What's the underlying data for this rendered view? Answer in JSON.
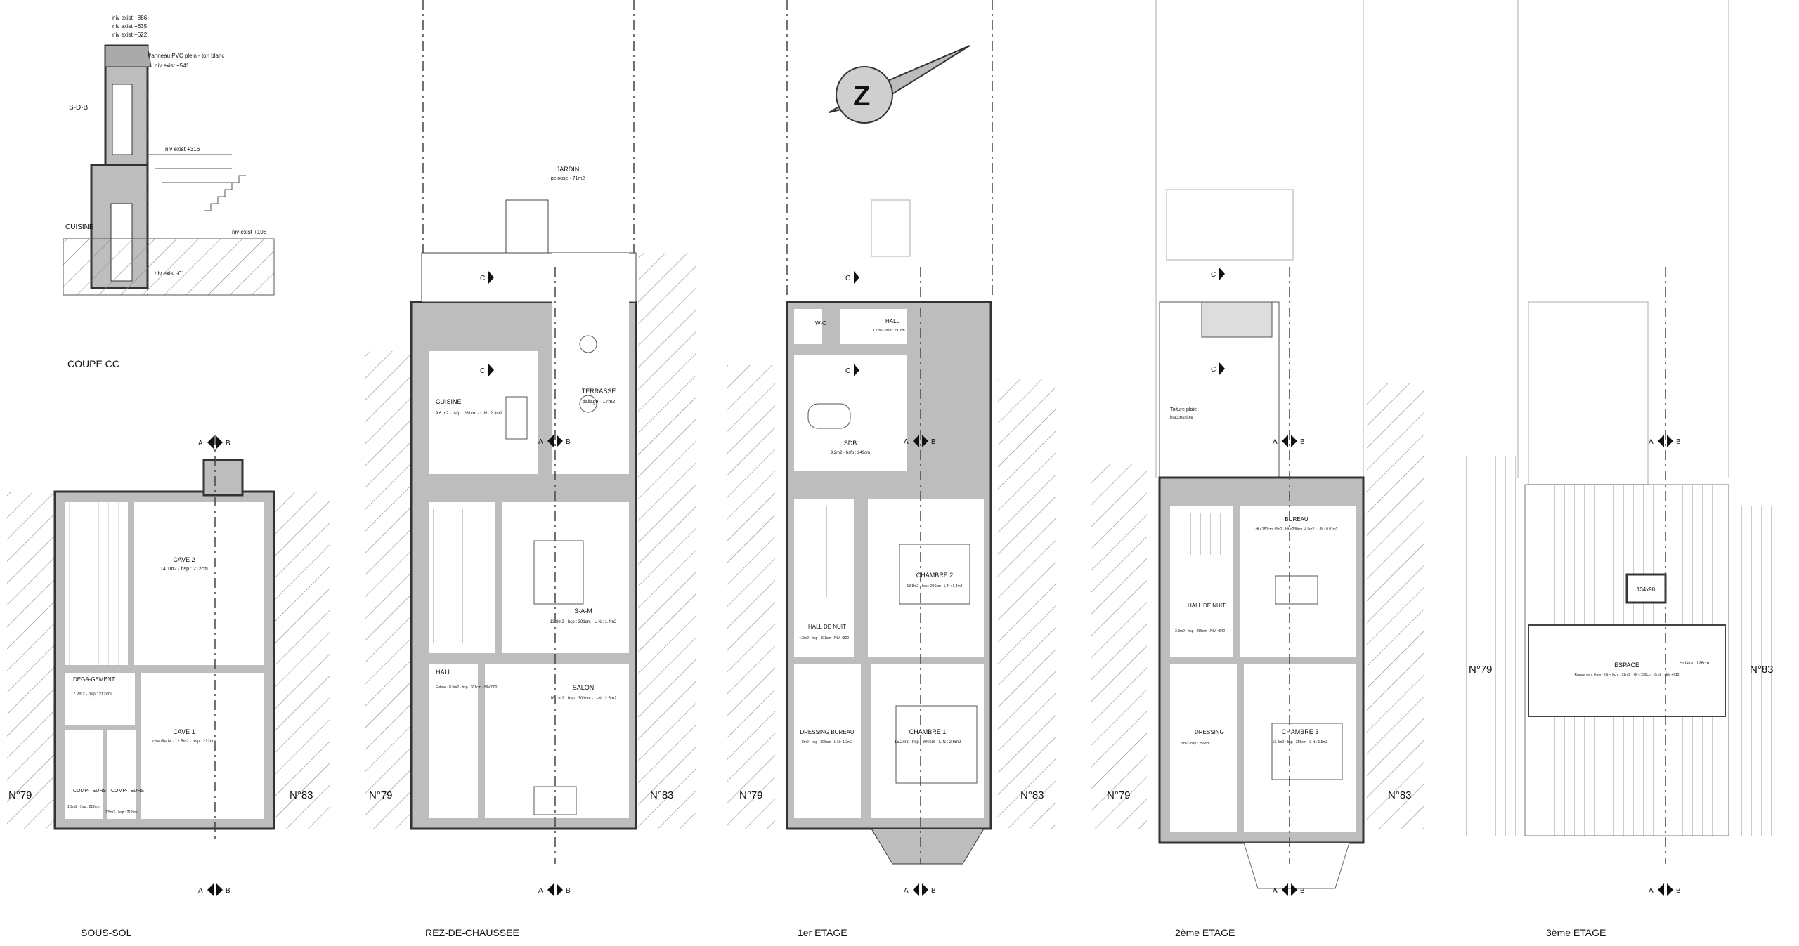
{
  "section": {
    "title": "COUPE CC",
    "levels": [
      "niv exist +886",
      "niv exist +635",
      "niv exist +622",
      "Panneau PVC plein - ton blanc",
      "niv exist +541",
      "niv exist +316",
      "niv exist +106",
      "niv exist -01"
    ],
    "rooms": [
      "S-D-B",
      "CUISINE"
    ]
  },
  "plans": [
    {
      "title": "SOUS-SOL",
      "left_neighbor": "N°79",
      "right_neighbor": "N°83",
      "rooms": [
        {
          "name": "CAVE 2",
          "info": "14.1m2 · hsp : 212cm"
        },
        {
          "name": "DEGA-GEMENT",
          "info": "7.2m2 · hsp : 212cm"
        },
        {
          "name": "CAVE 1",
          "info": "chaufferie · 12.5m2 · hsp : 212cm"
        },
        {
          "name": "COMP-TEURS",
          "info": "1.9m2 · hsp : 212cm"
        },
        {
          "name": "COMP-TEURS",
          "info": "2.5m2 · hsp : 212cm"
        }
      ]
    },
    {
      "title": "REZ-DE-CHAUSSEE",
      "left_neighbor": "N°79",
      "right_neighbor": "N°83",
      "rooms": [
        {
          "name": "JARDIN",
          "info": "pelouse · 71m2"
        },
        {
          "name": "CUISINE",
          "info": "9.6 m2 · hsfp : 261cm · L-N : 2.3m2"
        },
        {
          "name": "TERRASSE",
          "info": "dallage · 17m2"
        },
        {
          "name": "S-A-M",
          "info": "13.8m2 · hsp : 301cm · L-N : 1.4m2"
        },
        {
          "name": "HALL",
          "info": "Entrée · 8.5m2 · hsp : 301cm · NIV 000"
        },
        {
          "name": "SALON",
          "info": "16.1m2 · hsp : 301cm · L-N : 2.6m2"
        }
      ]
    },
    {
      "title": "1er ETAGE",
      "left_neighbor": "N°79",
      "right_neighbor": "N°83",
      "rooms": [
        {
          "name": "W-C",
          "info": ""
        },
        {
          "name": "HALL",
          "info": "1.7m2 · hsp : 291cm"
        },
        {
          "name": "SDB",
          "info": "9.2m2 · hsfp : 249cm"
        },
        {
          "name": "CHAMBRE 2",
          "info": "13.8m2 · hsp : 296cm · L-N : 1.4m2"
        },
        {
          "name": "HALL DE NUIT",
          "info": "4.2m2 · hsp : 301cm · NIV +322"
        },
        {
          "name": "DRESSING BUREAU",
          "info": "8m2 · hsp : 296cm · L-N : 1.2m2"
        },
        {
          "name": "CHAMBRE 1",
          "info": "15.2m2 · hsp : 300cm · L-N : 2.6m2"
        }
      ]
    },
    {
      "title": "2ème ETAGE",
      "left_neighbor": "N°79",
      "right_neighbor": "N°83",
      "rooms": [
        {
          "name": "Toiture plate",
          "info": "inaccessible"
        },
        {
          "name": "BUREAU",
          "info": "Ht <150cm : 8m2 · Ht <230cm :4.5m2 · L-N : 0.91m2"
        },
        {
          "name": "HALL DE NUIT",
          "info": "3.8m2 · hsp : 255cm · NIV +642"
        },
        {
          "name": "DRESSING",
          "info": "8m2 · hsp : 255cm"
        },
        {
          "name": "CHAMBRE 3",
          "info": "13.4m2 · hsp : 255cm · L-N : 1.5m2"
        }
      ]
    },
    {
      "title": "3ème ETAGE",
      "left_neighbor": "N°79",
      "right_neighbor": "N°83",
      "rooms": [
        {
          "name": "ESPACE",
          "info": "Rangement léger · Ht < 0cm : 12m2 · Ht < 230cm : 0m2 · NIV +912"
        },
        {
          "name": "134x98",
          "info": ""
        },
        {
          "name": "Ht faite : 126cm",
          "info": ""
        }
      ]
    }
  ],
  "markers": {
    "cut_a": "A",
    "cut_b": "B",
    "cut_c": "C"
  }
}
